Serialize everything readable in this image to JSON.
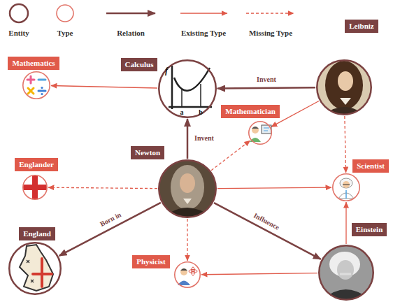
{
  "diagram": {
    "nodes": [
      {
        "text": [
          "Leibniz"
        ]
      },
      {
        "text": [
          "Mathematics"
        ]
      },
      {
        "text": [
          "Calculus"
        ]
      },
      {
        "text": [
          "Mathematician"
        ]
      },
      {
        "text": [
          "Newton"
        ]
      },
      {
        "text": [
          "Englander"
        ]
      },
      {
        "text": [
          "Scientist"
        ]
      },
      {
        "text": [
          "England"
        ]
      },
      {
        "text": [
          "Einstein"
        ]
      },
      {
        "text": [
          "Physicist"
        ]
      }
    ],
    "edges": [
      {
        "from": 2,
        "to": 1,
        "arrow": "to"
      },
      {
        "from": 0,
        "to": 2,
        "label": "Invent",
        "arrow": "to"
      },
      {
        "from": 0,
        "to": 3,
        "arrow": "to"
      },
      {
        "from": 0,
        "to": 6,
        "arrow": "to"
      },
      {
        "from": 4,
        "to": 2,
        "label": "Invent",
        "arrow": "to"
      },
      {
        "from": 4,
        "to": 3,
        "arrow": "to"
      },
      {
        "from": 4,
        "to": 5,
        "arrow": "to"
      },
      {
        "from": 4,
        "to": 6,
        "arrow": "to"
      },
      {
        "from": 4,
        "to": 7,
        "label": "Born in",
        "arrow": "to"
      },
      {
        "from": 4,
        "to": 8,
        "label": "Influence",
        "arrow": "to"
      },
      {
        "from": 4,
        "to": 9,
        "arrow": "to"
      },
      {
        "from": 8,
        "to": 9,
        "arrow": "to"
      },
      {
        "from": 8,
        "to": 6,
        "arrow": "to"
      }
    ],
    "labels": [
      "f",
      "a",
      "b"
    ],
    "legend": [
      {
        "text": "Entity"
      },
      {
        "text": "Type"
      },
      {
        "text": "Relation"
      },
      {
        "text": "Existing Type"
      },
      {
        "text": "Missing Type"
      }
    ]
  }
}
